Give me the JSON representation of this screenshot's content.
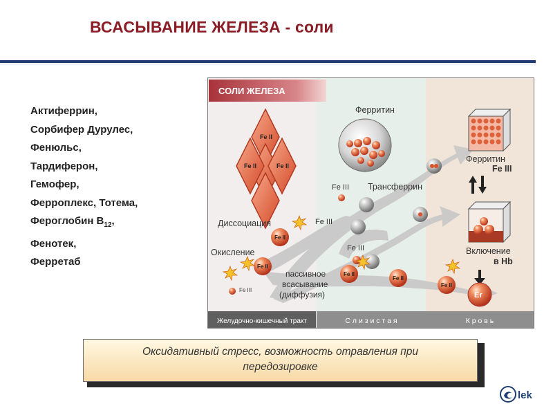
{
  "slide": {
    "title": "ВСАСЫВАНИЕ ЖЕЛЕЗА - соли",
    "drugs": [
      "Актиферрин,",
      "Сорбифер Дурулес,",
      "Фенюльс,",
      "Тардиферон,",
      "Гемофер,",
      "Ферроплекс, Тотема,"
    ],
    "drug_b12_prefix": "Фероглобин В",
    "drug_b12_sub": "12",
    "drug_b12_suffix": ",",
    "drugs_tail": [
      "Фенотек,",
      "Ферретаб"
    ],
    "callout_line1": "Оксидативный стресс, возможность отравления при",
    "callout_line2": "передозировке",
    "logo_text": "lek"
  },
  "diagram": {
    "header": "СОЛИ ЖЕЛЕЗА",
    "ferritin_top": "Ферритин",
    "ferritin_right": "Ферритин",
    "fe3_right": "Fe III",
    "fe3_a": "Fe III",
    "transferrin": "Трансферрин",
    "dissociation": "Диссоциация",
    "fe3_b": "Fe III",
    "fe3_c": "Fe III",
    "oxidation": "Окисление",
    "passive_1": "пассивное",
    "passive_2": "всасывание",
    "passive_3": "(диффузия)",
    "inclusion_1": "Включение",
    "inclusion_2": "в Hb",
    "er": "Er",
    "fe3_small": "Fe III",
    "fe2": "Fe II",
    "zone_gi": "Желудочно-кишечный тракт",
    "zone_mucosa": "С л и з и с т а я",
    "zone_blood": "К р о в ь"
  },
  "colors": {
    "title": "#8a1c25",
    "rule": "#1f3f73",
    "sphere": "#d9542b"
  }
}
